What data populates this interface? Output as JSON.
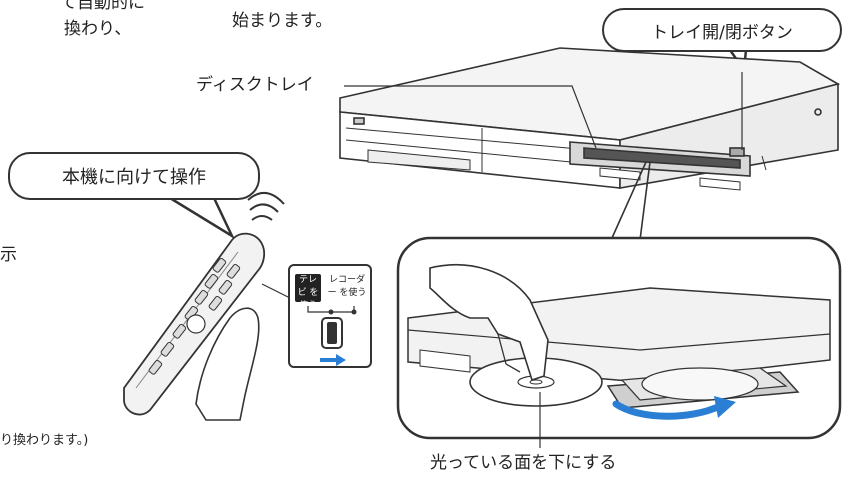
{
  "texts": {
    "top_left_line1": "て自動的に",
    "top_left_line2": "換わり、",
    "top_center": "始まります。",
    "disc_tray_label": "ディスクトレイ",
    "left_edge_char": "示",
    "bottom_left_note": "り換わります。)",
    "bottom_caption": "光っている面を下にする"
  },
  "bubbles": {
    "tray_button": "トレイ開/閉ボタン",
    "remote_operate": "本機に向けて操作"
  },
  "switch": {
    "tv_label": "テレビ を使う",
    "recorder_label": "レコーダー を使う"
  },
  "colors": {
    "line": "#333333",
    "arrow_blue": "#2a7fd4",
    "body_fill": "#ffffff",
    "shade": "#d8d8d8"
  },
  "icons": {
    "signal": "signal-waves-icon",
    "direction": "right-arrow-icon",
    "slide": "slide-switch-icon"
  }
}
